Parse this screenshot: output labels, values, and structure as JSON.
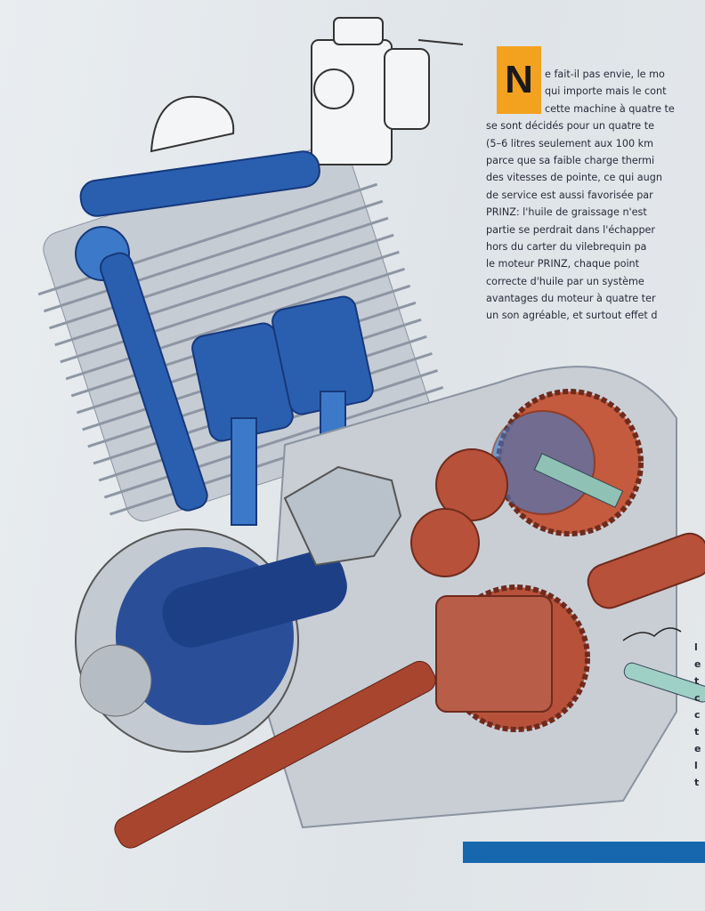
{
  "article": {
    "dropcap": "N",
    "lines": [
      "e fait-il pas envie, le mo",
      "qui importe mais le cont",
      "cette machine à quatre te",
      "se sont décidés pour un quatre te",
      "(5–6 litres seulement aux 100 km",
      "parce que sa faible charge thermi",
      "des vitesses de pointe, ce qui augn",
      "de service est aussi favorisée par",
      "PRINZ: l'huile de graissage n'est",
      "partie se perdrait dans l'échapper",
      "hors du carter du vilebrequin pa",
      "le moteur PRINZ, chaque point",
      "correcte d'huile par un système",
      "avantages du moteur à quatre ter",
      "un son agréable, et surtout effet d"
    ],
    "fragment_letters": [
      "l",
      "e",
      "t",
      "c",
      "c",
      "t",
      "e",
      "l",
      "t"
    ]
  },
  "colors": {
    "accent": "#f3a21f",
    "bar": "#1667ae",
    "engine_blue": "#2a5fb0",
    "gear_red": "#b8513a"
  }
}
